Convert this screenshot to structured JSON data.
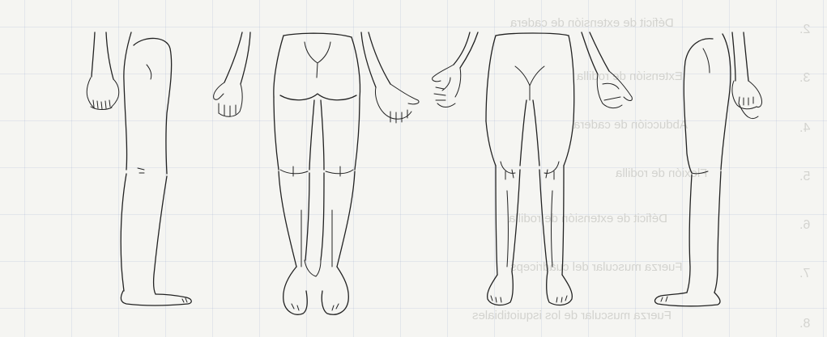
{
  "reverse_show_through": [
    {
      "num": "2.",
      "text": "Déficit de extensión de cadera"
    },
    {
      "num": "3.",
      "text": "Extensión de rodilla"
    },
    {
      "num": "4.",
      "text": "Abducción de cadera"
    },
    {
      "num": "5.",
      "text": "Flexión de rodilla"
    },
    {
      "num": "6.",
      "text": "Déficit de extensión de rodilla"
    },
    {
      "num": "7.",
      "text": "Fuerza muscular del cuádriceps"
    },
    {
      "num": "8.",
      "text": "Fuerza muscular de los isquiotibiales"
    }
  ],
  "figure": {
    "views": [
      "left-lateral",
      "posterior",
      "anterior",
      "right-lateral"
    ],
    "ink_color": "#222222",
    "paper_color": "#f5f5f2",
    "grid_color": "#a8b6d6"
  }
}
